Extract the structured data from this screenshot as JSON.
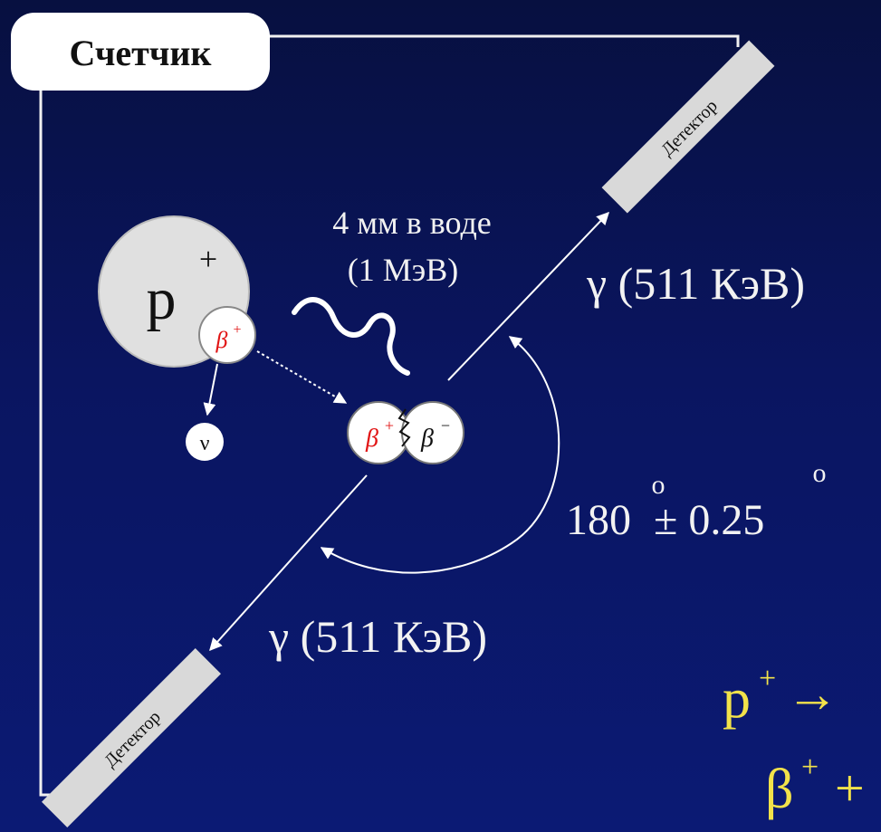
{
  "counter_label": "Счетчик",
  "detector_top_label": "Детектор",
  "detector_bottom_label": "Детектор",
  "proton_label": "p",
  "proton_charge": "+",
  "positron_label": "β",
  "positron_charge": "+",
  "electron_label": "β",
  "electron_charge": "−",
  "neutrino_label": "ν",
  "range_line1": "4 мм в воде",
  "range_line2": "(1 МэВ)",
  "gamma_top": "γ (511 КэВ)",
  "gamma_bottom": "γ (511 КэВ)",
  "angle_value": "180",
  "angle_tolerance": "± 0.25",
  "angle_deg": "o",
  "eq1": "p",
  "eq1_sup": "+",
  "eq1_arrow": "→",
  "eq2": "β",
  "eq2_sup": "+",
  "eq2_plus": "+"
}
